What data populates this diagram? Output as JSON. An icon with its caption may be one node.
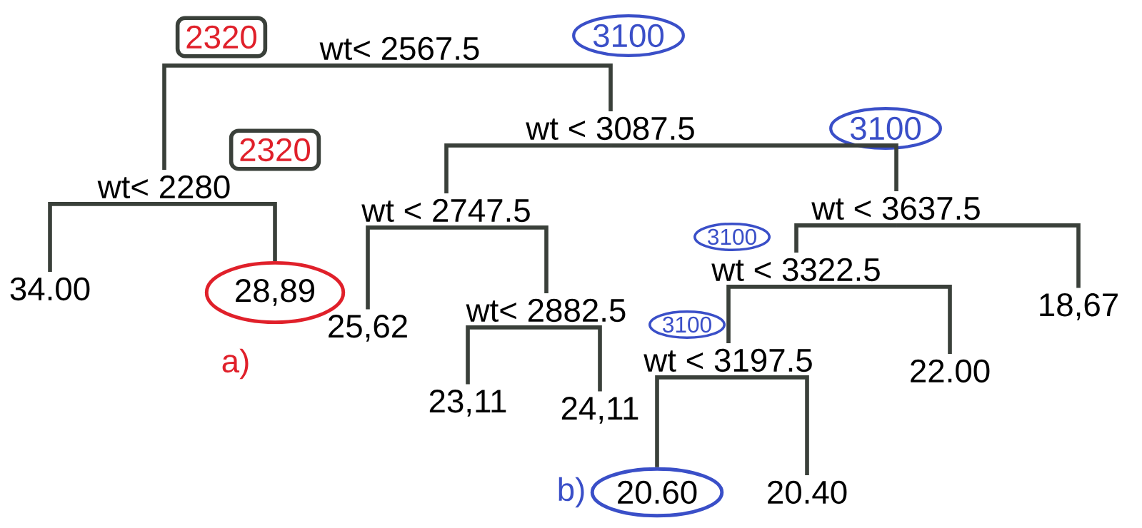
{
  "diagram": {
    "nodes": [
      {
        "text": [
          "2320"
        ]
      },
      {
        "text": [
          "wt< 2567.5"
        ]
      },
      {
        "text": [
          "3100"
        ]
      },
      {
        "text": [
          "2320"
        ]
      },
      {
        "text": [
          "wt< 2280"
        ]
      },
      {
        "text": [
          "wt < 3087.5"
        ]
      },
      {
        "text": [
          "3100"
        ]
      },
      {
        "text": [
          "34.00"
        ]
      },
      {
        "text": [
          "28,89"
        ]
      },
      {
        "text": [
          "wt < 2747.5"
        ]
      },
      {
        "text": [
          "wt < 3637.5"
        ]
      },
      {
        "text": [
          "3100"
        ]
      },
      {
        "text": [
          "wt < 3322.5"
        ]
      },
      {
        "text": [
          "25,62"
        ]
      },
      {
        "text": [
          "wt< 2882.5"
        ]
      },
      {
        "text": [
          "18,67"
        ]
      },
      {
        "text": [
          "3100"
        ]
      },
      {
        "text": [
          "wt < 3197.5"
        ]
      },
      {
        "text": [
          "22.00"
        ]
      },
      {
        "text": [
          "23,11"
        ]
      },
      {
        "text": [
          "24,11"
        ]
      },
      {
        "text": [
          "20.60"
        ]
      },
      {
        "text": [
          "20.40"
        ]
      }
    ],
    "edges": [
      {
        "from": 1,
        "to": 4,
        "arrow": "none"
      },
      {
        "from": 1,
        "to": 5,
        "arrow": "none"
      },
      {
        "from": 4,
        "to": 7,
        "arrow": "none"
      },
      {
        "from": 4,
        "to": 8,
        "arrow": "none"
      },
      {
        "from": 5,
        "to": 9,
        "arrow": "none"
      },
      {
        "from": 5,
        "to": 10,
        "arrow": "none"
      },
      {
        "from": 9,
        "to": 13,
        "arrow": "none"
      },
      {
        "from": 9,
        "to": 14,
        "arrow": "none"
      },
      {
        "from": 10,
        "to": 12,
        "arrow": "none"
      },
      {
        "from": 10,
        "to": 15,
        "arrow": "none"
      },
      {
        "from": 12,
        "to": 17,
        "arrow": "none"
      },
      {
        "from": 12,
        "to": 18,
        "arrow": "none"
      },
      {
        "from": 14,
        "to": 19,
        "arrow": "none"
      },
      {
        "from": 14,
        "to": 20,
        "arrow": "none"
      },
      {
        "from": 17,
        "to": 21,
        "arrow": "none"
      },
      {
        "from": 17,
        "to": 22,
        "arrow": "none"
      }
    ],
    "labels": [
      "a)",
      "b)"
    ]
  }
}
